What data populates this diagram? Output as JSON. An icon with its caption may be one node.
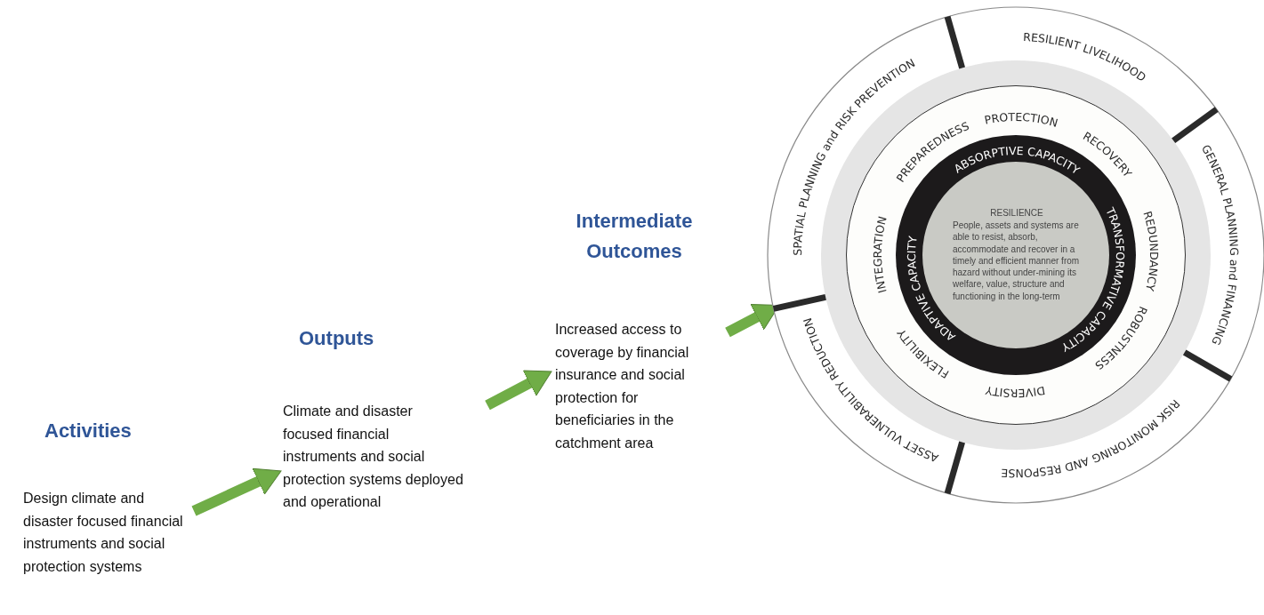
{
  "diagram": {
    "nodes": [
      {
        "text": [
          "Activities",
          "Design climate and disaster focused financial instruments and social protection systems"
        ]
      },
      {
        "text": [
          "Outputs",
          "Climate and disaster focused financial instruments and social protection systems deployed and operational"
        ]
      },
      {
        "text": [
          "Intermediate Outcomes",
          "Increased access to coverage by financial insurance and social protection for beneficiaries in the catchment area"
        ]
      },
      {
        "text": [],
        "shape": "circle"
      },
      {
        "text": [],
        "shape": "circle",
        "in": 3
      },
      {
        "text": [],
        "shape": "circle",
        "in": 4
      },
      {
        "text": [
          "RESILIENCE",
          "People, assets and systems are able to resist, absorb, accommodate and recover in a timely and efficient manner from hazard without under-mining its welfare, value, structure and functioning in the long-term"
        ],
        "in": 5
      }
    ],
    "edges": [
      {
        "from": 0,
        "to": 1,
        "arrow": "to"
      },
      {
        "from": 1,
        "to": 2,
        "arrow": "to"
      },
      {
        "from": 2,
        "to": 3,
        "arrow": "to"
      }
    ],
    "labels": [
      "RESILIENT LIVELIHOOD",
      "SPATIAL PLANNING and RISK PREVENTION",
      "GENERAL PLANNING and FINANCING",
      "PROTECTION",
      "PREPAREDNESS",
      "RECOVERY",
      "ABSORPTIVE CAPACITY",
      "INTEGRATION",
      "REDUNDANCY",
      "TRANSFORMATIVE CAPACITY",
      "ADAPTIVE CAPACITY",
      "ASSET VULNERABILITY REDUCTION",
      "ROBUSTNESS",
      "FLEXIBILITY",
      "RISK MONITORING AND RESPONSE",
      "DIVERSITY"
    ]
  }
}
